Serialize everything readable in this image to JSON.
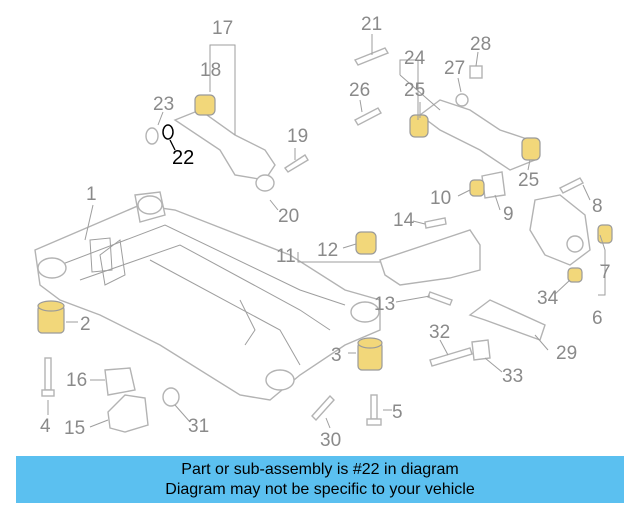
{
  "diagram": {
    "highlighted_part": "22",
    "labels": [
      "1",
      "2",
      "3",
      "4",
      "5",
      "6",
      "7",
      "8",
      "9",
      "10",
      "11",
      "12",
      "13",
      "14",
      "15",
      "16",
      "17",
      "18",
      "19",
      "20",
      "21",
      "22",
      "23",
      "24",
      "25",
      "25",
      "26",
      "27",
      "28",
      "29",
      "30",
      "31",
      "32",
      "33",
      "34"
    ]
  },
  "caption": {
    "line1": "Part or sub-assembly is #22 in diagram",
    "line2": "Diagram may not be specific to your vehicle"
  },
  "colors": {
    "caption_bg": "#5bc0f0",
    "label_gray": "#8a8a8a",
    "part_fill": "#f2d77a"
  }
}
